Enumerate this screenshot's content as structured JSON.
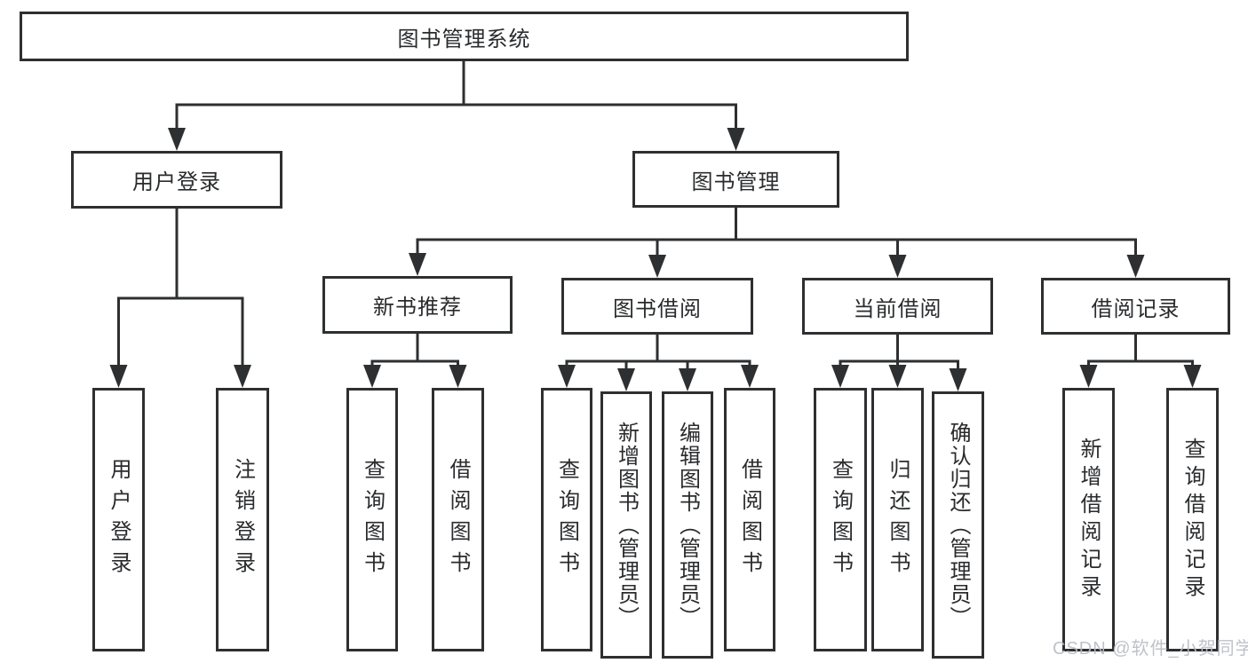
{
  "diagram_title": "图书管理系统",
  "watermark": "CSDN @软件_小贺同学",
  "colors": {
    "background": "#ffffff",
    "box_border": "#2e2f31",
    "connector_line": "#2e2f31",
    "arrowhead": "#2e2f31",
    "label_text": "#2a2b2d",
    "watermark_text": "#b8bdc4"
  },
  "tree": {
    "label": "图书管理系统",
    "children": [
      {
        "label": "用户登录",
        "children": [
          {
            "label": "用户登录"
          },
          {
            "label": "注销登录"
          }
        ]
      },
      {
        "label": "图书管理",
        "children": [
          {
            "label": "新书推荐",
            "children": [
              {
                "label": "查询图书"
              },
              {
                "label": "借阅图书"
              }
            ]
          },
          {
            "label": "图书借阅",
            "children": [
              {
                "label": "查询图书"
              },
              {
                "label": "新增图书（管理员）"
              },
              {
                "label": "编辑图书（管理员）"
              },
              {
                "label": "借阅图书"
              }
            ]
          },
          {
            "label": "当前借阅",
            "children": [
              {
                "label": "查询图书"
              },
              {
                "label": "归还图书"
              },
              {
                "label": "确认归还（管理员）"
              }
            ]
          },
          {
            "label": "借阅记录",
            "children": [
              {
                "label": "新增借阅记录"
              },
              {
                "label": "查询借阅记录"
              }
            ]
          }
        ]
      }
    ]
  }
}
